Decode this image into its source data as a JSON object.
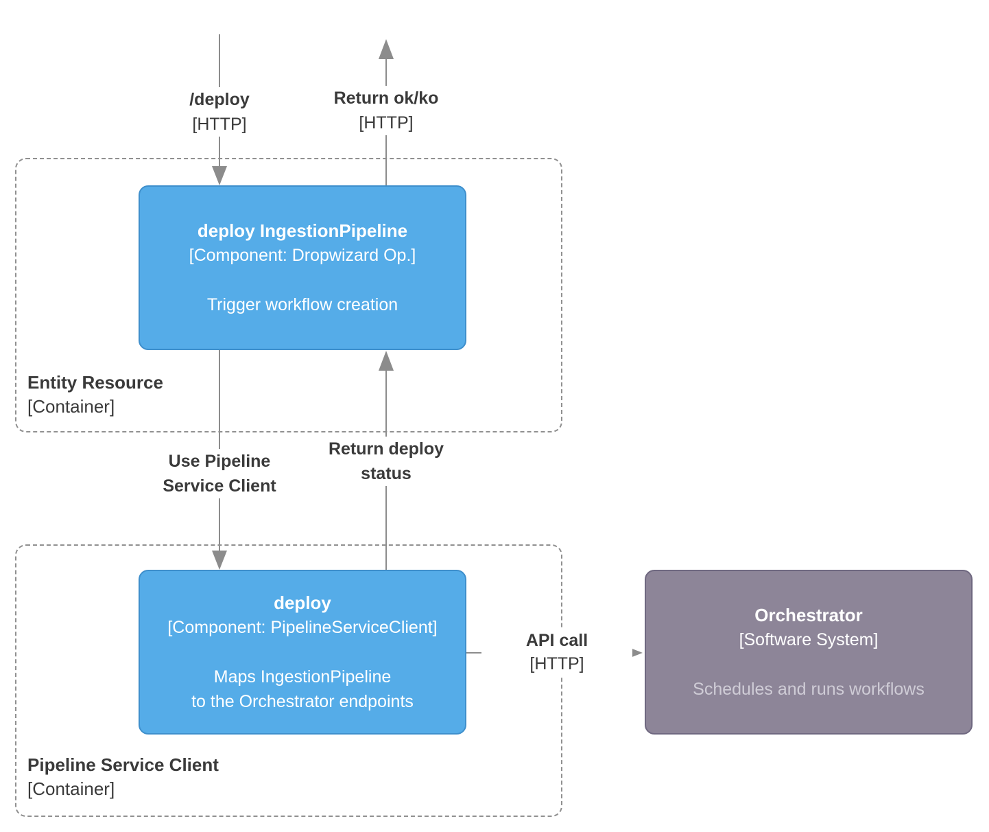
{
  "edges": {
    "deploy_http": {
      "label": "/deploy",
      "protocol": "[HTTP]"
    },
    "return_ok": {
      "label": "Return ok/ko",
      "protocol": "[HTTP]"
    },
    "use_pipeline_client": {
      "line1": "Use Pipeline",
      "line2": "Service Client"
    },
    "return_deploy_status": {
      "line1": "Return deploy",
      "line2": "status"
    },
    "api_call": {
      "label": "API call",
      "protocol": "[HTTP]"
    }
  },
  "containers": {
    "entity_resource": {
      "name": "Entity Resource",
      "kind": "[Container]"
    },
    "pipeline_service_client": {
      "name": "Pipeline Service Client",
      "kind": "[Container]"
    }
  },
  "nodes": {
    "deploy_ingestion_pipeline": {
      "title": "deploy IngestionPipeline",
      "kind": "[Component: Dropwizard Op.]",
      "description": "Trigger workflow creation"
    },
    "deploy_pipeline_service_client": {
      "title": "deploy",
      "kind": "[Component: PipelineServiceClient]",
      "desc_line1": "Maps IngestionPipeline",
      "desc_line2": "to the Orchestrator endpoints"
    },
    "orchestrator": {
      "title": "Orchestrator",
      "kind": "[Software System]",
      "description": "Schedules and runs workflows"
    }
  },
  "colors": {
    "component_fill": "#55ACE8",
    "component_border": "#3E8FCC",
    "system_fill": "#8D8598",
    "system_border": "#6F6880",
    "system_desc_text": "#CFCCD6",
    "dashed_border": "#909090",
    "arrow": "#8C8C8C",
    "label_text": "#3A3A3A"
  }
}
